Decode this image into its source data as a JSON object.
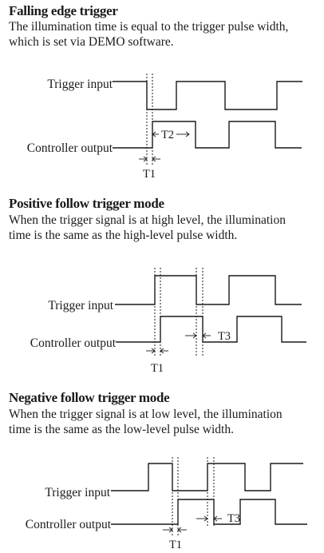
{
  "sections": [
    {
      "title": "Falling edge trigger",
      "description": "The illumination time is equal to the trigger pulse width,\nwhich is set via DEMO software.",
      "trigger_label": "Trigger input",
      "output_label": "Controller output",
      "timing_labels": [
        "T2",
        "T1"
      ]
    },
    {
      "title": "Positive follow trigger mode",
      "description": "When the trigger signal is at high level, the illumination\ntime is the same as the high-level pulse width.",
      "trigger_label": "Trigger input",
      "output_label": "Controller output",
      "timing_labels": [
        "T3",
        "T1"
      ]
    },
    {
      "title": "Negative follow trigger mode",
      "description": "When the trigger signal is at low level, the illumination\ntime is the same as the low-level pulse width.",
      "trigger_label": "Trigger input",
      "output_label": "Controller output",
      "timing_labels": [
        "T3",
        "T1"
      ]
    }
  ]
}
